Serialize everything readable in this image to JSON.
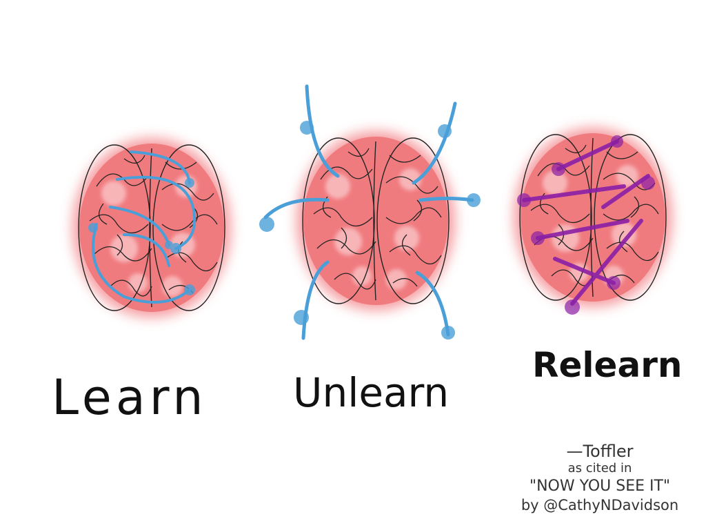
{
  "labels": {
    "learn": "Learn",
    "unlearn": "Unlearn",
    "relearn": "Relearn"
  },
  "citation": {
    "author": "—Toffler",
    "cited": "as cited in",
    "book": "\"NOW YOU SEE IT\"",
    "by": "by @CathyNDavidson"
  },
  "colors": {
    "brain": "#f07b7f",
    "learn_arrows": "#4a9fd8",
    "unlearn_arrows": "#4a9fd8",
    "relearn_arrows": "#8b1fa6",
    "outline": "#222222"
  }
}
